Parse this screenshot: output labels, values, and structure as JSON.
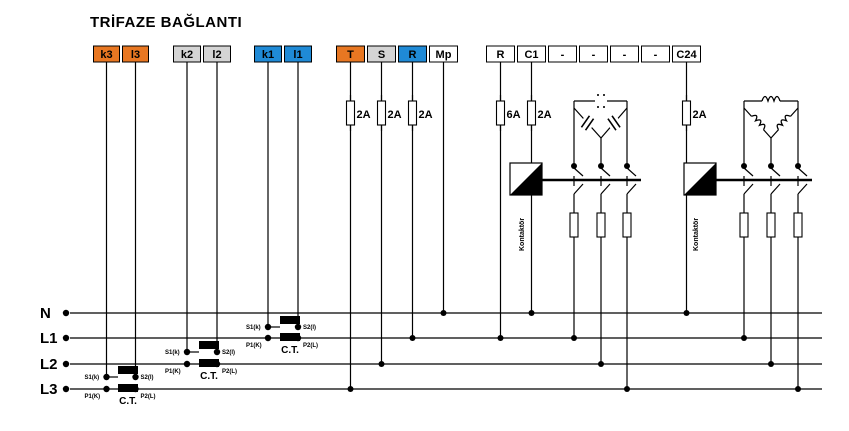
{
  "title": "TRİFAZE BAĞLANTI",
  "colors": {
    "orange": "#e87722",
    "grey": "#d4d4d4",
    "blue": "#1f8ad6",
    "white": "#ffffff",
    "wire": "#000000"
  },
  "terminal_groups": [
    {
      "name": "ct3",
      "terms": [
        {
          "label": "k3",
          "color": "orange"
        },
        {
          "label": "l3",
          "color": "orange"
        }
      ]
    },
    {
      "name": "ct2",
      "terms": [
        {
          "label": "k2",
          "color": "grey"
        },
        {
          "label": "l2",
          "color": "grey"
        }
      ]
    },
    {
      "name": "ct1",
      "terms": [
        {
          "label": "k1",
          "color": "blue"
        },
        {
          "label": "l1",
          "color": "blue"
        }
      ]
    },
    {
      "name": "voltage",
      "terms": [
        {
          "label": "T",
          "color": "orange"
        },
        {
          "label": "S",
          "color": "grey"
        },
        {
          "label": "R",
          "color": "blue"
        },
        {
          "label": "Mp",
          "color": "white"
        }
      ]
    },
    {
      "name": "relay",
      "terms": [
        {
          "label": "R",
          "color": "white"
        },
        {
          "label": "C1",
          "color": "white"
        },
        {
          "label": "-",
          "color": "white"
        },
        {
          "label": "-",
          "color": "white"
        },
        {
          "label": "-",
          "color": "white"
        },
        {
          "label": "-",
          "color": "white"
        },
        {
          "label": "C24",
          "color": "white"
        }
      ]
    }
  ],
  "lines": [
    "N",
    "L1",
    "L2",
    "L3"
  ],
  "fuses": [
    "2A",
    "2A",
    "2A",
    "6A",
    "2A",
    "2A"
  ],
  "contactor_label": "Kontaktör",
  "ct": {
    "label": "C.T.",
    "s1": "S1(k)",
    "s2": "S2(l)",
    "p1": "P1(K)",
    "p2": "P2(L)"
  }
}
